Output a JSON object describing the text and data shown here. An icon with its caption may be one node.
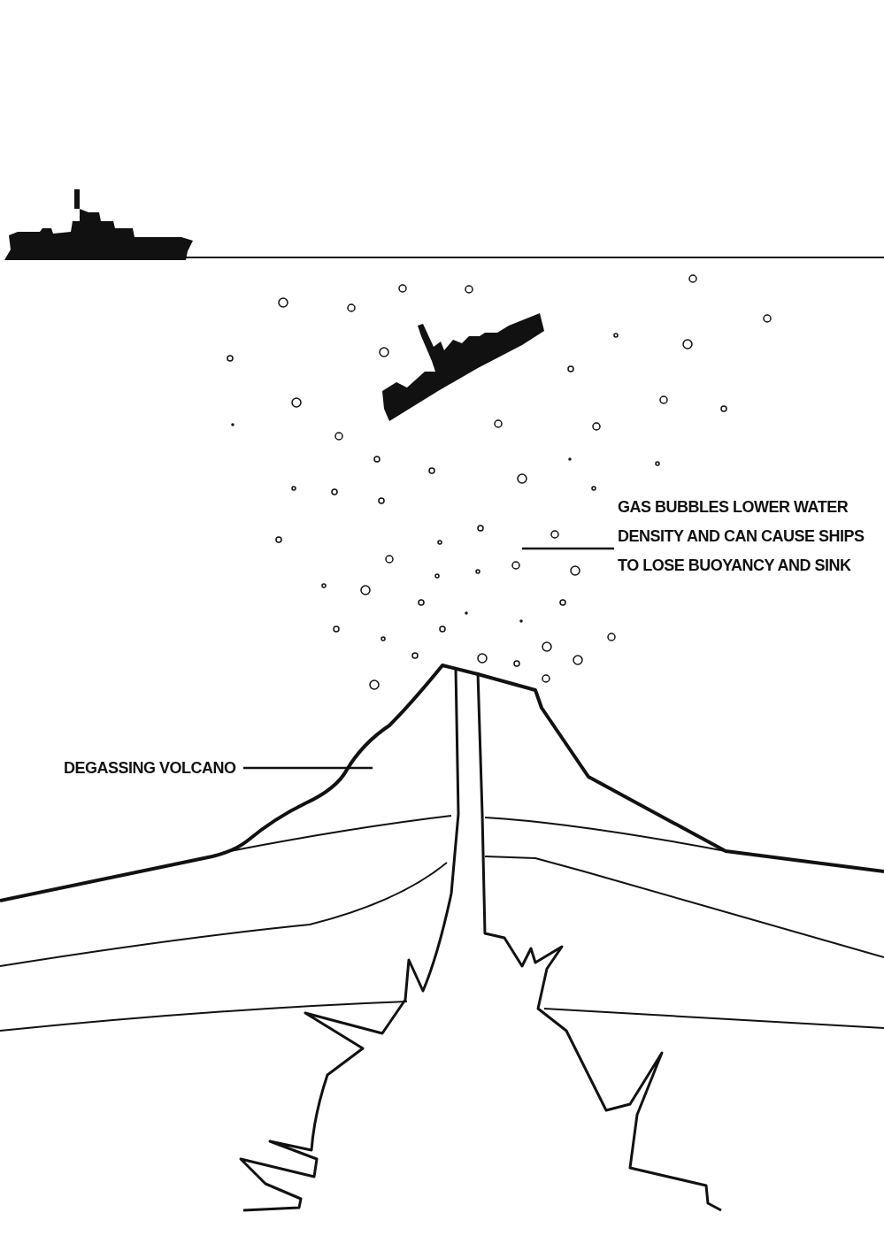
{
  "diagram": {
    "nodes": [
      {
        "text": [
          "GAS BUBBLES LOWER WATER DENSITY AND CAN CAUSE SHIPS TO LOSE BUOYANCY AND SINK"
        ]
      },
      {
        "text": [
          "DEGASSING VOLCANO"
        ]
      }
    ],
    "edges": [
      {
        "from": 0,
        "to": null,
        "arrow": "none"
      },
      {
        "from": 1,
        "to": null,
        "arrow": "none"
      }
    ]
  }
}
